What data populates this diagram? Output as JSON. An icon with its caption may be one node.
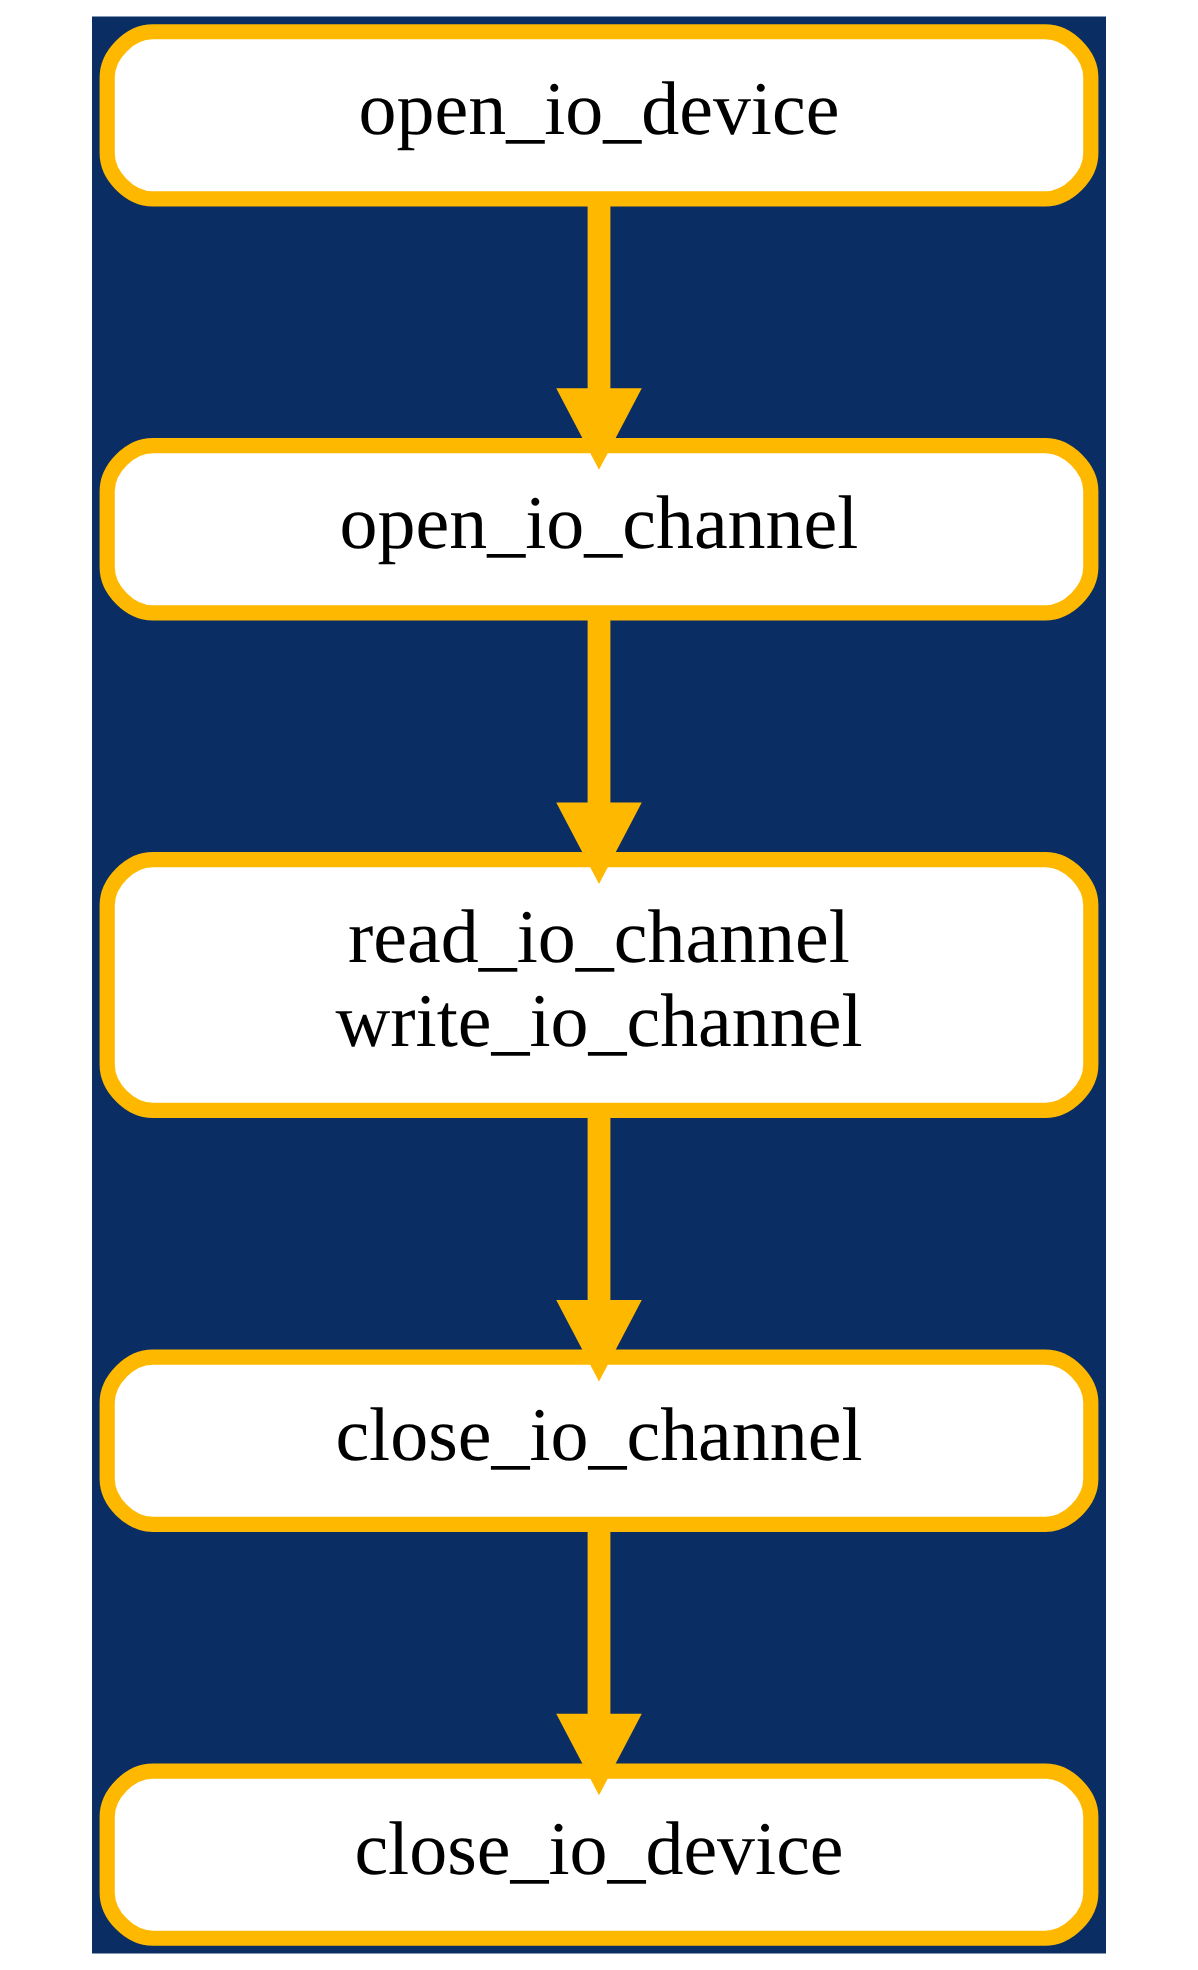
{
  "diagram": {
    "nodes": [
      {
        "text": [
          "open_io_device"
        ]
      },
      {
        "text": [
          "open_io_channel"
        ]
      },
      {
        "text": [
          "read_io_channel",
          "write_io_channel"
        ]
      },
      {
        "text": [
          "close_io_channel"
        ]
      },
      {
        "text": [
          "close_io_device"
        ]
      }
    ],
    "edges": [
      {
        "from": 0,
        "to": 1,
        "arrow": "to"
      },
      {
        "from": 1,
        "to": 2,
        "arrow": "to"
      },
      {
        "from": 2,
        "to": 3,
        "arrow": "to"
      },
      {
        "from": 3,
        "to": 4,
        "arrow": "to"
      }
    ]
  }
}
